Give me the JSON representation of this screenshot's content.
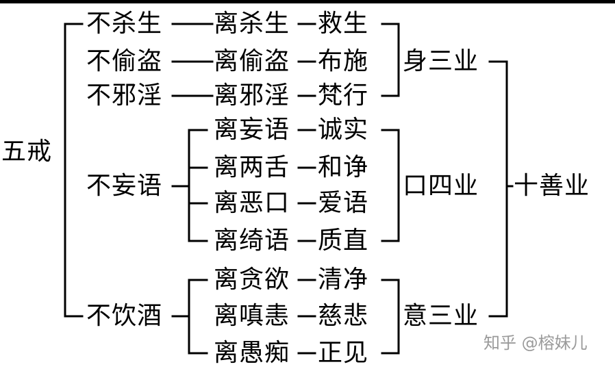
{
  "colors": {
    "ink": "#000000",
    "top_bar": "#000000",
    "watermark": "#9a9a9a"
  },
  "root": "五戒",
  "precepts": [
    {
      "label": "不杀生",
      "rows": [
        {
          "avoid": "离杀生",
          "virtue": "救生"
        }
      ]
    },
    {
      "label": "不偷盗",
      "rows": [
        {
          "avoid": "离偷盗",
          "virtue": "布施"
        }
      ]
    },
    {
      "label": "不邪淫",
      "rows": [
        {
          "avoid": "离邪淫",
          "virtue": "梵行"
        }
      ]
    },
    {
      "label": "不妄语",
      "rows": [
        {
          "avoid": "离妄语",
          "virtue": "诚实"
        },
        {
          "avoid": "离两舌",
          "virtue": "和诤"
        },
        {
          "avoid": "离恶口",
          "virtue": "爱语"
        },
        {
          "avoid": "离绮语",
          "virtue": "质直"
        }
      ]
    },
    {
      "label": "不饮酒",
      "rows": [
        {
          "avoid": "离贪欲",
          "virtue": "清净"
        },
        {
          "avoid": "离嗔恚",
          "virtue": "慈悲"
        },
        {
          "avoid": "离愚痴",
          "virtue": "正见"
        }
      ]
    }
  ],
  "karma_groups": [
    "身三业",
    "口四业",
    "意三业"
  ],
  "total": "十善业",
  "watermark": "知乎 @榕妹儿"
}
